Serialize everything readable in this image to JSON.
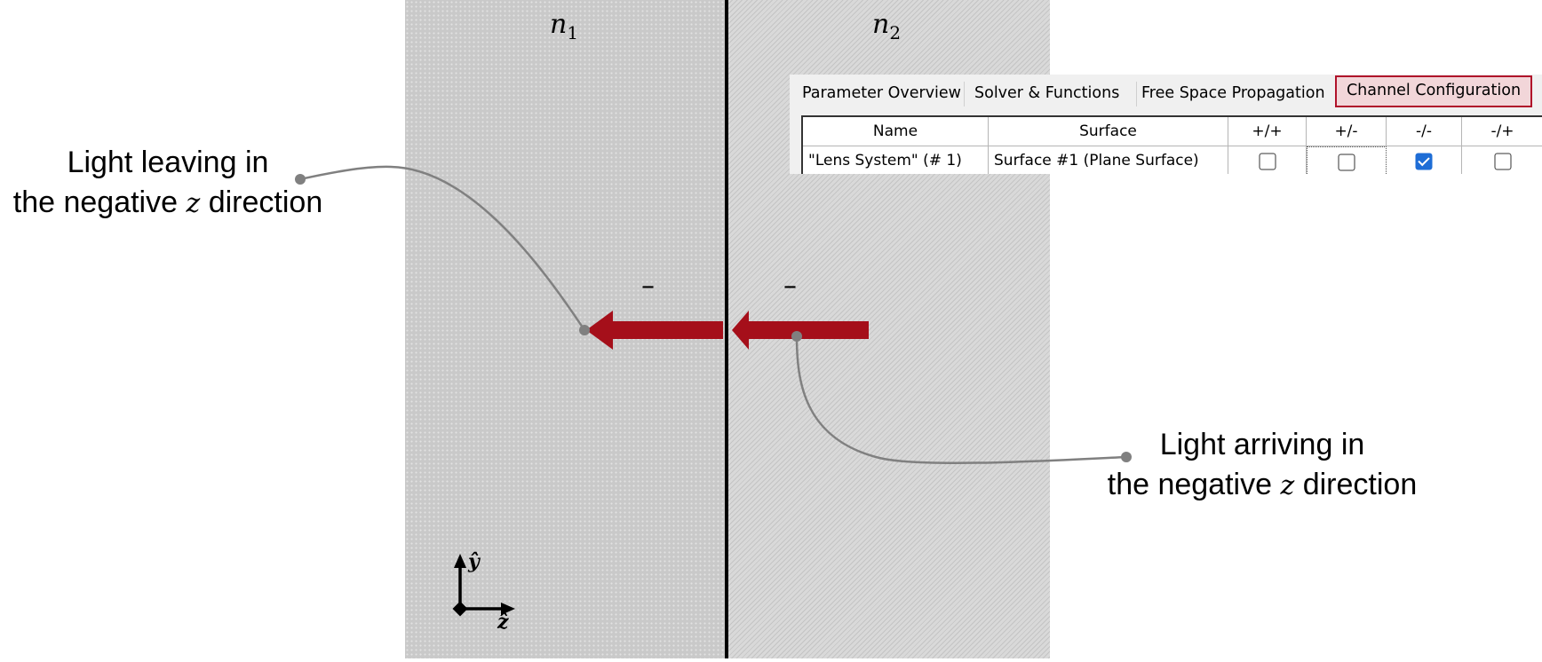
{
  "diagram": {
    "medium_1_label": "n",
    "medium_1_subscript": "1",
    "medium_2_label": "n",
    "medium_2_subscript": "2",
    "sign_left": "–",
    "sign_right": "–",
    "callout_leaving": {
      "line1": "Light leaving in",
      "line2_before": "the negative ",
      "line2_var": "z",
      "line2_after": " direction"
    },
    "callout_arriving": {
      "line1": "Light arriving in",
      "line2_before": "the negative ",
      "line2_var": "z",
      "line2_after": " direction"
    },
    "axis_y_label": "ŷ",
    "axis_z_label": "ẑ",
    "arrow_color": "#a50f1a",
    "leader_color": "#808080"
  },
  "dialog": {
    "tabs": [
      {
        "label": "Parameter Overview",
        "selected": false
      },
      {
        "label": "Solver & Functions",
        "selected": false
      },
      {
        "label": "Free Space Propagation",
        "selected": false
      },
      {
        "label": "Channel Configuration",
        "selected": true
      }
    ],
    "columns": [
      "Name",
      "Surface",
      "+/+",
      "+/-",
      "-/-",
      "-/+"
    ],
    "rows": [
      {
        "name": "\"Lens System\" (# 1)",
        "surface": "Surface #1 (Plane Surface)",
        "checks": [
          false,
          false,
          true,
          false
        ]
      }
    ],
    "highlight_color": "#b0122a",
    "check_color": "#1e6dd6"
  }
}
